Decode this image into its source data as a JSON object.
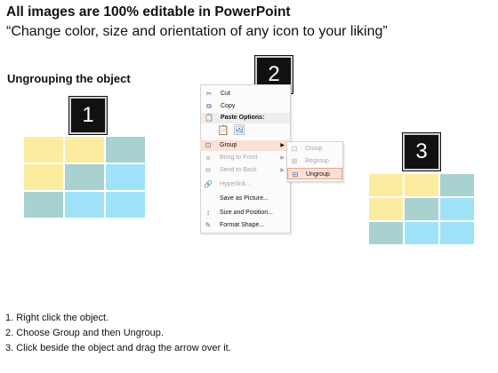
{
  "header": {
    "title": "All images are 100% editable in PowerPoint",
    "subtitle": "“Change color, size and orientation of any icon to your liking”"
  },
  "section_title": "Ungrouping the object",
  "badges": {
    "one": "1",
    "two": "2",
    "three": "3"
  },
  "colors": {
    "yellow": "#fbec9f",
    "teal": "#a8d1cf",
    "blue": "#9fe2f8",
    "highlight": "#fbe0d6"
  },
  "context_menu": {
    "cut": "Cut",
    "copy": "Copy",
    "paste_options": "Paste Options:",
    "group": "Group",
    "bring_to_front": "Bring to Front",
    "send_to_back": "Send to Back",
    "hyperlink": "Hyperlink...",
    "save_as_picture": "Save as Picture...",
    "size_and_position": "Size and Position...",
    "format_shape": "Format Shape..."
  },
  "submenu": {
    "group": "Group",
    "regroup": "Regroup",
    "ungroup": "Ungroup"
  },
  "steps": [
    "1.  Right click the object.",
    "2.  Choose Group and then Ungroup.",
    "3.  Click beside the object and drag the arrow over it."
  ]
}
